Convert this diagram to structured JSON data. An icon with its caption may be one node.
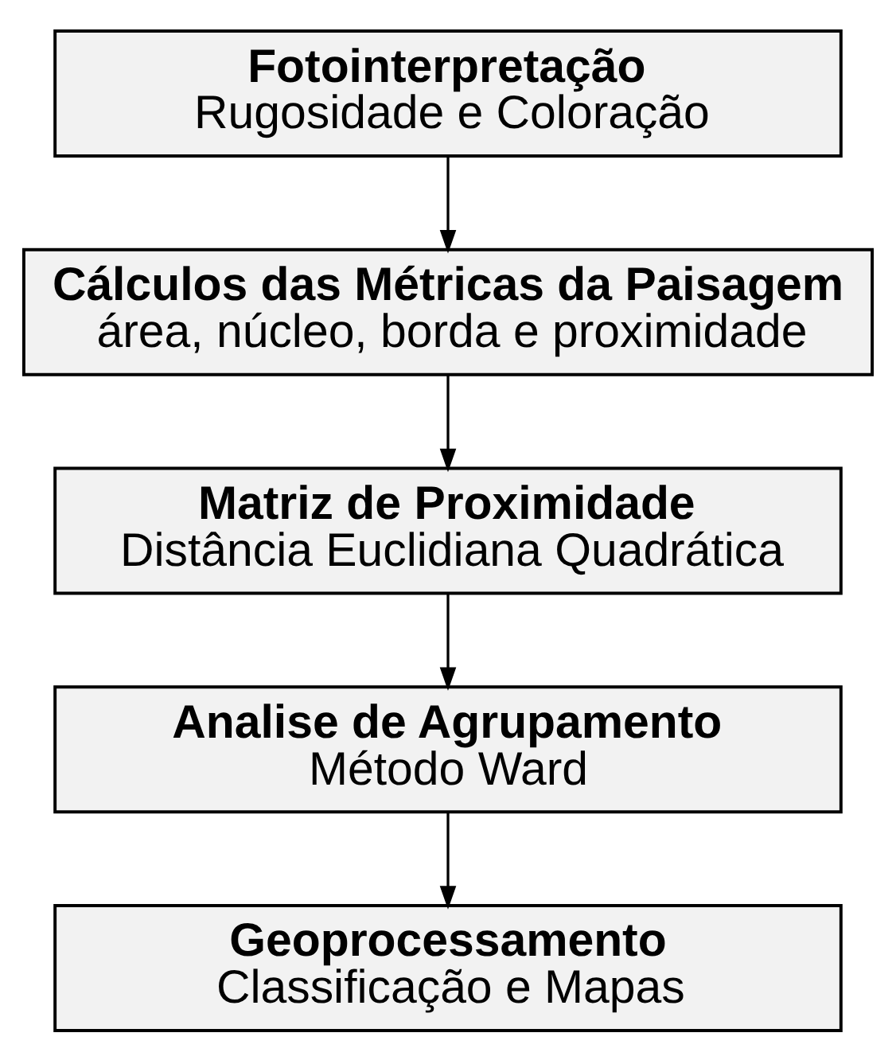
{
  "diagram": {
    "nodes": [
      {
        "text": [
          "Fotointerpretação",
          "Rugosidade e Coloração"
        ]
      },
      {
        "text": [
          "Cálculos das Métricas da Paisagem",
          "área, núcleo, borda e proximidade"
        ]
      },
      {
        "text": [
          "Matriz de Proximidade",
          "Distância Euclidiana Quadrática"
        ]
      },
      {
        "text": [
          "Analise de Agrupamento",
          "Método Ward"
        ]
      },
      {
        "text": [
          "Geoprocessamento",
          "Classificação e Mapas"
        ]
      }
    ],
    "edges": [
      {
        "from": 0,
        "to": 1,
        "arrow": "to"
      },
      {
        "from": 1,
        "to": 2,
        "arrow": "to"
      },
      {
        "from": 2,
        "to": 3,
        "arrow": "to"
      },
      {
        "from": 3,
        "to": 4,
        "arrow": "to"
      }
    ]
  }
}
